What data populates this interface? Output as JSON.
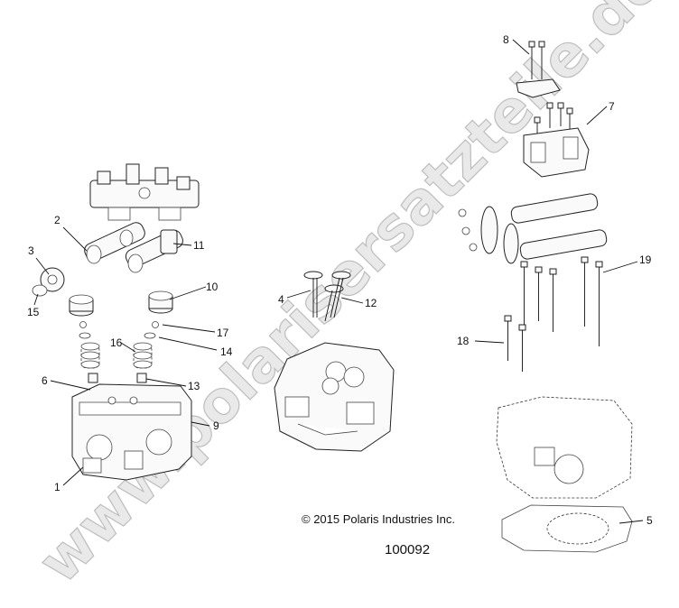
{
  "watermark": "www.polarisersatzteile.de",
  "copyright": "© 2015 Polaris Industries Inc.",
  "drawing_number": "100092",
  "callouts": {
    "c1": "1",
    "c2": "2",
    "c3": "3",
    "c4": "4",
    "c5": "5",
    "c6": "6",
    "c7": "7",
    "c8": "8",
    "c9": "9",
    "c10": "10",
    "c11": "11",
    "c12": "12",
    "c13": "13",
    "c14": "14",
    "c15": "15",
    "c16": "16",
    "c17": "17",
    "c18": "18",
    "c19": "19"
  }
}
